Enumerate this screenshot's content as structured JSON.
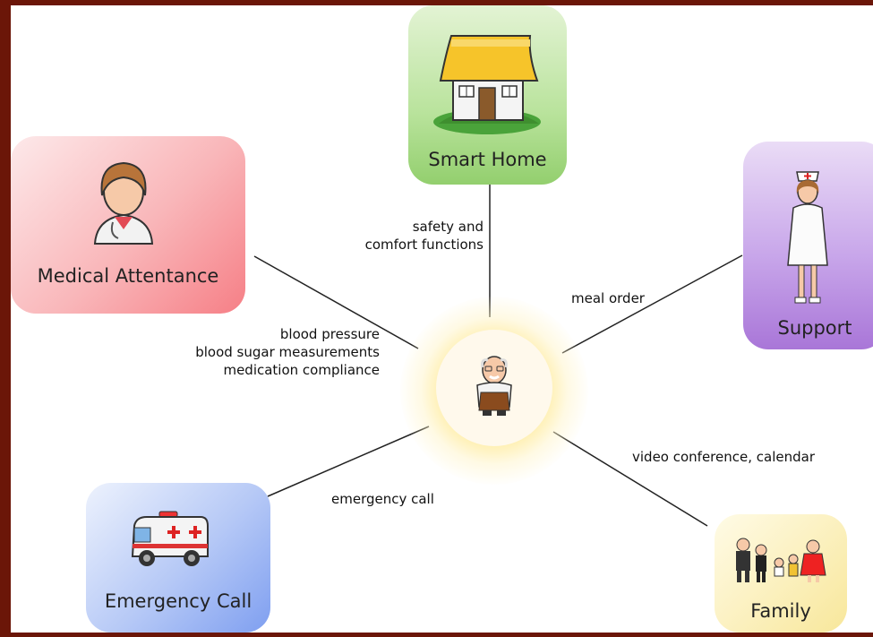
{
  "nodes": {
    "smart_home": {
      "label": "Smart Home",
      "icon": "house-icon"
    },
    "medical": {
      "label": "Medical Attentance",
      "icon": "doctor-icon"
    },
    "support": {
      "label": "Support",
      "icon": "nurse-icon"
    },
    "emergency": {
      "label": "Emergency Call",
      "icon": "ambulance-icon"
    },
    "family": {
      "label": "Family",
      "icon": "family-icon"
    },
    "center": {
      "icon": "elderly-person-icon"
    }
  },
  "edges": {
    "smart_home": {
      "line1": "safety and",
      "line2": "comfort functions"
    },
    "medical": {
      "line1": "blood pressure",
      "line2": "blood sugar measurements",
      "line3": "medication compliance"
    },
    "support": {
      "line1": "meal order"
    },
    "emergency": {
      "line1": "emergency call"
    },
    "family": {
      "line1": "video conference, calendar"
    }
  },
  "colors": {
    "background_frame": "#6b1608",
    "smart_home": "#93cf6e",
    "medical": "#f67f86",
    "support": "#a976d8",
    "emergency": "#7f9ff0",
    "family": "#f8e79b",
    "center_glow": "#ffe99a"
  }
}
